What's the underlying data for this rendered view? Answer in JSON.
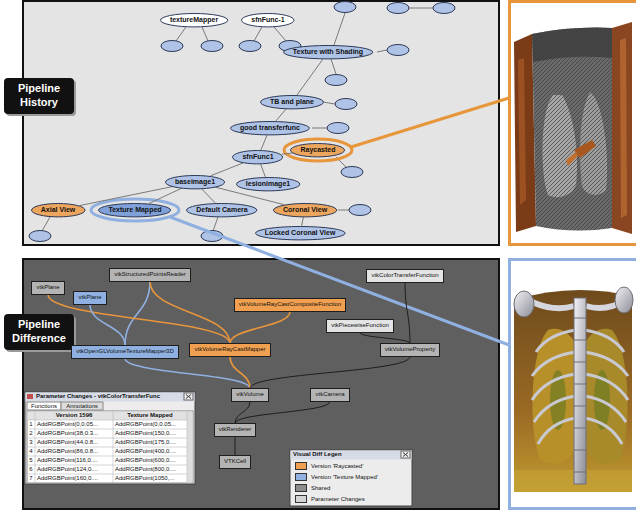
{
  "diagram": {
    "nodes": [
      {
        "text": [
          "textureMapper"
        ]
      },
      {
        "text": [
          "sfnFunc-1"
        ]
      },
      {
        "text": [
          "Texture with Shading"
        ]
      },
      {
        "text": [
          "TB and plane"
        ]
      },
      {
        "text": [
          "good transferfunc"
        ]
      },
      {
        "text": [
          "sfnFunc1"
        ]
      },
      {
        "text": [
          "Raycasted"
        ]
      },
      {
        "text": [
          "baseimage1"
        ]
      },
      {
        "text": [
          "lesionimage1"
        ]
      },
      {
        "text": [
          "Axial View"
        ]
      },
      {
        "text": [
          "Texture Mapped"
        ]
      },
      {
        "text": [
          "Default Camera"
        ]
      },
      {
        "text": [
          "Coronal View"
        ]
      },
      {
        "text": [
          "Locked Coronal View"
        ]
      },
      {
        "text": [
          "Pipeline History"
        ]
      },
      {
        "text": [
          "Pipeline Difference"
        ]
      },
      {
        "text": [
          "vtkStructuredPointsReader"
        ]
      },
      {
        "text": [
          "vtkPlane"
        ]
      },
      {
        "text": [
          "vtkColorTransferFunction"
        ]
      },
      {
        "text": [
          "vtkPiecewiseFunction"
        ]
      },
      {
        "text": [
          "vtkVolumeRayCastCompositeFunction"
        ]
      },
      {
        "text": [
          "vtkPlane"
        ]
      },
      {
        "text": [
          "vtkOpenGLVolumeTextureMapper3D"
        ]
      },
      {
        "text": [
          "vtkVolumeRayCastMapper"
        ]
      },
      {
        "text": [
          "vtkVolumeProperty"
        ]
      },
      {
        "text": [
          "vtkVolume"
        ]
      },
      {
        "text": [
          "vtkCamera"
        ]
      },
      {
        "text": [
          "vtkRenderer"
        ]
      },
      {
        "text": [
          "VTKCell"
        ]
      }
    ],
    "edges": [
      {
        "from": 2,
        "to": 3,
        "arrow": "none"
      },
      {
        "from": 3,
        "to": 4,
        "arrow": "none"
      },
      {
        "from": 4,
        "to": 5,
        "arrow": "none"
      },
      {
        "from": 5,
        "to": 6,
        "arrow": "none"
      },
      {
        "from": 5,
        "to": 7,
        "arrow": "none"
      },
      {
        "from": 5,
        "to": 8,
        "arrow": "none"
      },
      {
        "from": 7,
        "to": 9,
        "arrow": "none"
      },
      {
        "from": 7,
        "to": 10,
        "arrow": "none"
      },
      {
        "from": 7,
        "to": 11,
        "arrow": "none"
      },
      {
        "from": 7,
        "to": 12,
        "arrow": "none"
      },
      {
        "from": 12,
        "to": 13,
        "arrow": "none"
      },
      {
        "from": 16,
        "to": 22,
        "arrow": "none"
      },
      {
        "from": 16,
        "to": 23,
        "arrow": "none"
      },
      {
        "from": 17,
        "to": 23,
        "arrow": "none"
      },
      {
        "from": 20,
        "to": 23,
        "arrow": "none"
      },
      {
        "from": 21,
        "to": 22,
        "arrow": "none"
      },
      {
        "from": 18,
        "to": 24,
        "arrow": "none"
      },
      {
        "from": 19,
        "to": 24,
        "arrow": "none"
      },
      {
        "from": 22,
        "to": 25,
        "arrow": "none"
      },
      {
        "from": 23,
        "to": 25,
        "arrow": "none"
      },
      {
        "from": 24,
        "to": 25,
        "arrow": "none"
      },
      {
        "from": 25,
        "to": 27,
        "arrow": "none"
      },
      {
        "from": 26,
        "to": 27,
        "arrow": "none"
      },
      {
        "from": 27,
        "to": 28,
        "arrow": "none"
      }
    ],
    "labels": [
      "Parameter Changes - vtkColorTransferFunc",
      "Functions",
      "Annotations",
      "Version 1596",
      "Texture Mapped",
      "1",
      "AddRGBPoint(0,0.05...",
      "AddRGBPoint(0,0.05...",
      "2",
      "AddRGBPoint(38,0.3...",
      "AddRGBPoint(150,0....",
      "3",
      "AddRGBPoint(44,0.8...",
      "AddRGBPoint(175,0....",
      "4",
      "AddRGBPoint(86,0.8...",
      "AddRGBPoint(400,0....",
      "5",
      "AddRGBPoint(116,0....",
      "AddRGBPoint(600,0....",
      "6",
      "AddRGBPoint(124,0....",
      "AddRGBPoint(800,0....",
      "7",
      "AddRGBPoint(160,0....",
      "AddRGBPoint(1050,...",
      "Visual Diff Legen"
    ],
    "legend": [
      {
        "text": "Version 'Raycasted'",
        "color": "#f0a050"
      },
      {
        "text": "Version 'Texture Mapped'",
        "color": "#8fb0e0"
      },
      {
        "text": "Shared",
        "color": "#8c8c8c"
      },
      {
        "text": "Parameter Changes",
        "color": "#d4d4d4"
      }
    ]
  }
}
